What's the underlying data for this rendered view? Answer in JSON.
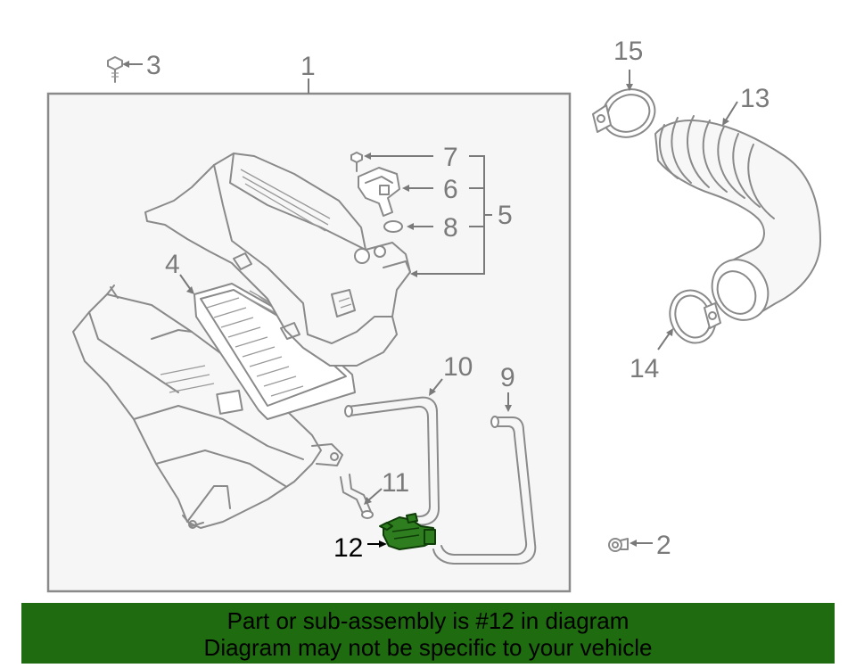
{
  "callouts": {
    "c1": "1",
    "c2": "2",
    "c3": "3",
    "c4": "4",
    "c5": "5",
    "c6": "6",
    "c7": "7",
    "c8": "8",
    "c9": "9",
    "c10": "10",
    "c11": "11",
    "c12": "12",
    "c13": "13",
    "c14": "14",
    "c15": "15"
  },
  "highlighted_part": "12",
  "colors": {
    "highlight": "#2e7d1f",
    "banner": "#1e6b10",
    "line": "#8a8a8a"
  },
  "banner": {
    "line1": "Part or sub-assembly is #12 in diagram",
    "line2": "Diagram may not be specific to your vehicle"
  }
}
